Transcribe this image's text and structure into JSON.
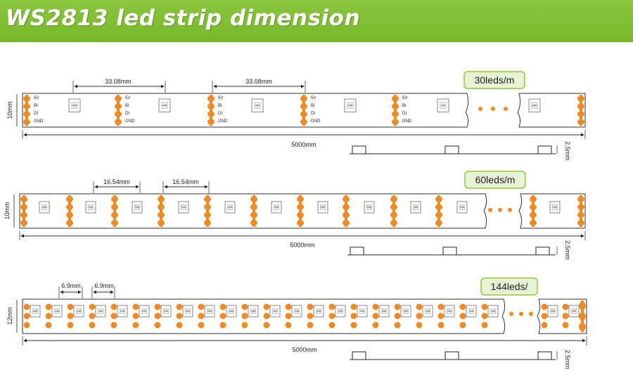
{
  "header": {
    "title": "WS2813 led strip dimension"
  },
  "colors": {
    "header_green": "#7dbd2f",
    "pad_orange": "#f08a24",
    "callout_fill": "#e8f3d6",
    "callout_border": "#8dc63f"
  },
  "pins": {
    "plus": "5V",
    "bi": "BI",
    "di": "DI",
    "gnd": "GND"
  },
  "strips": [
    {
      "width_label": "10mm",
      "pitch_label": "33.08mm",
      "density_label": "30leds/m",
      "length_label": "5000mm",
      "thickness_label": "2.5mm"
    },
    {
      "width_label": "10mm",
      "pitch_label": "16.54mm",
      "density_label": "60leds/m",
      "length_label": "5000mm",
      "thickness_label": "2.5mm"
    },
    {
      "width_label": "12mm",
      "pitch_label": "6.9mm",
      "density_label": "144leds/",
      "length_label": "5000mm",
      "thickness_label": "2.5mm"
    }
  ]
}
